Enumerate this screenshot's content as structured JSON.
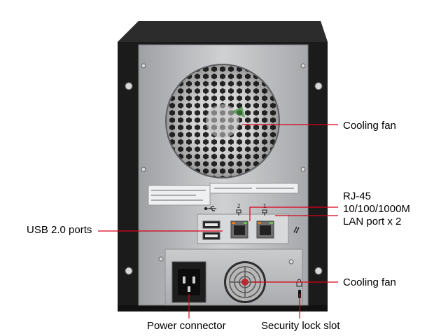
{
  "labels": {
    "cooling_fan_top": "Cooling fan",
    "rj45_line1": "RJ-45",
    "rj45_line2": "10/100/1000M",
    "rj45_line3": "LAN port x 2",
    "usb_ports": "USB 2.0 ports",
    "cooling_fan_bottom": "Cooling fan",
    "power_connector": "Power connector",
    "security_lock_slot": "Security lock slot"
  },
  "device_markings": {
    "port_number_2": "2",
    "port_number_1": "1",
    "usb_symbol_icon": "usb-icon",
    "lan_symbol_icon": "network-icon",
    "lock_symbol_icon": "padlock-icon"
  },
  "colors": {
    "callout_line": "#d9001b",
    "chassis": "#1a1a1a",
    "panel": "#b8b8b8"
  }
}
